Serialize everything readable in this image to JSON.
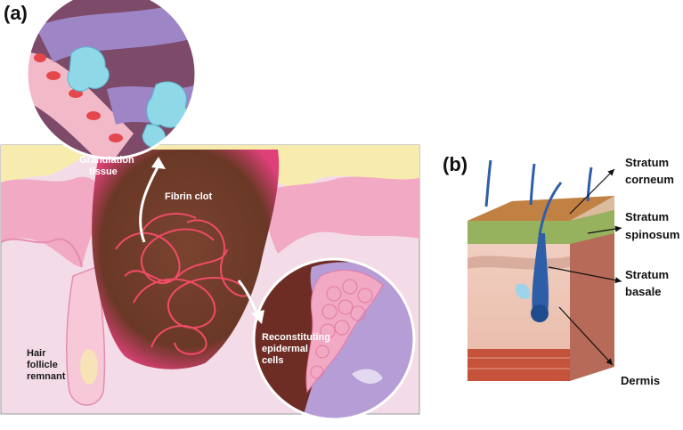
{
  "panel_a": {
    "letter": "(a)",
    "labels": {
      "granulation_line1": "Granulation",
      "granulation_line2": "tissue",
      "fibrin_clot": "Fibrin clot",
      "hair_line1": "Hair",
      "hair_line2": "follicle",
      "hair_line3": "remnant",
      "recon_line1": "Reconstituting",
      "recon_line2": "epidermal",
      "recon_line3": "cells"
    }
  },
  "panel_b": {
    "letter": "(b)",
    "labels": {
      "corneum_line1": "Stratum",
      "corneum_line2": "corneum",
      "spinosum_line1": "Stratum",
      "spinosum_line2": "spinosum",
      "basale_line1": "Stratum",
      "basale_line2": "basale",
      "dermis": "Dermis"
    }
  },
  "colors": {
    "dermis_pink": "#f3dbe6",
    "epidermis_pink": "#f2a9c4",
    "clot_brown": "#6e3d2a",
    "fibrin_red": "#ff4d6d",
    "yellow_crust": "#f7ecae",
    "cell_purple": "#9e86c6"
  }
}
